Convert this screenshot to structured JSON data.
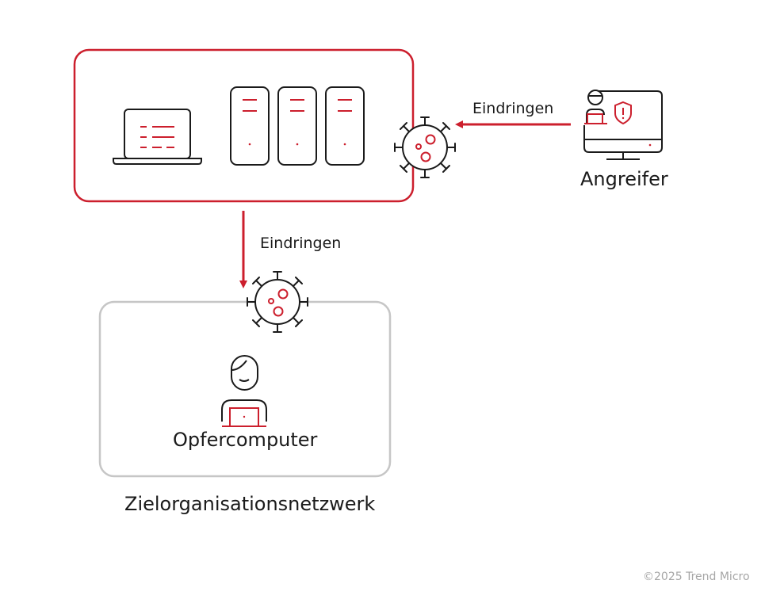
{
  "colors": {
    "accent": "#cc1f2d",
    "stroke": "#1a1a1a",
    "group_border": "#c6c6c6",
    "footer_text": "#a6a6a6",
    "background": "#ffffff"
  },
  "edges": [
    {
      "id": "attacker-to-servers",
      "label": "Eindringen"
    },
    {
      "id": "servers-to-victim",
      "label": "Eindringen"
    }
  ],
  "nodes": {
    "attacker": {
      "label": "Angreifer"
    },
    "victim": {
      "label": "Opfercomputer"
    }
  },
  "groups": {
    "target_network": {
      "label": "Zielorganisationsnetzwerk"
    }
  },
  "icons": [
    "laptop-icon",
    "server-icon",
    "virus-icon",
    "hacker-monitor-icon",
    "shield-alert-icon",
    "user-laptop-icon"
  ],
  "footer": {
    "copyright": "©2025 Trend Micro"
  }
}
